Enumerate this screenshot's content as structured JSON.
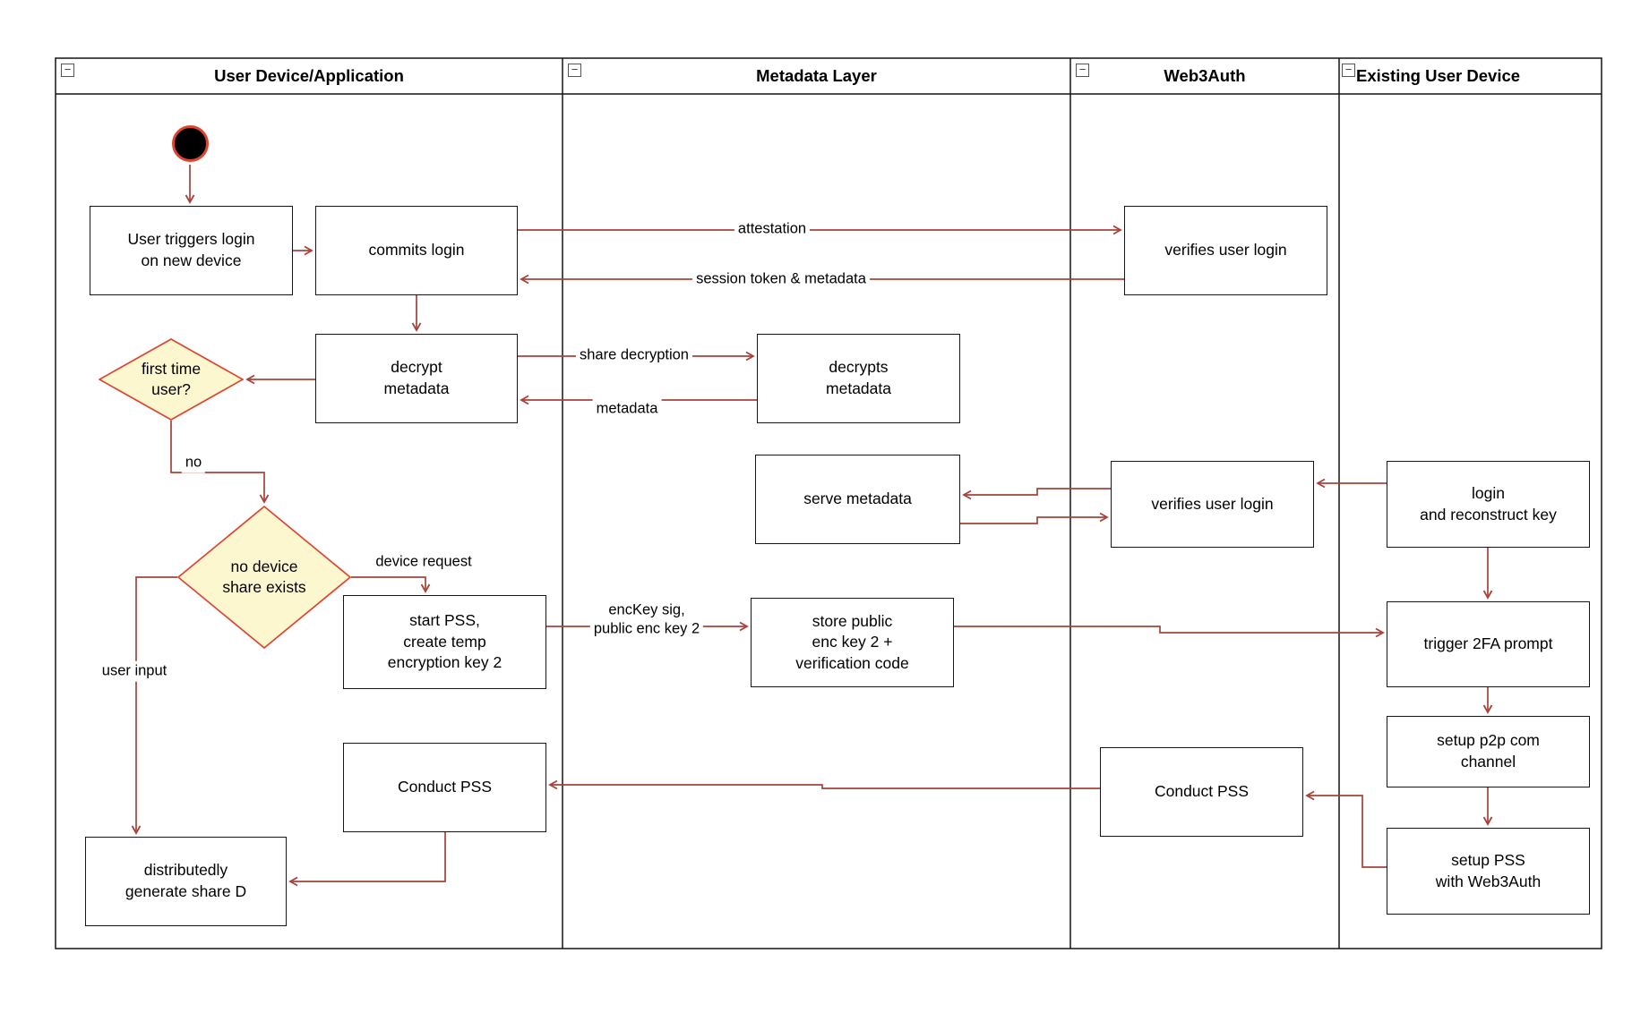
{
  "colors": {
    "arrow": "#a8423a",
    "diamond-fill": "#fcf7cf",
    "diamond-border": "#df4431",
    "box-border": "#151515"
  },
  "icons": {
    "collapse": "−"
  },
  "lanes": [
    {
      "title": "User Device/Application"
    },
    {
      "title": "Metadata Layer"
    },
    {
      "title": "Web3Auth"
    },
    {
      "title": "Existing User Device"
    }
  ],
  "nodes": {
    "user_triggers_login": "User triggers login\non new device",
    "commits_login": "commits login",
    "decrypt_metadata": "decrypt\nmetadata",
    "first_time_user": "first time\nuser?",
    "no_device_share_exists": "no device\nshare exists",
    "start_pss": "start PSS,\ncreate temp\nencryption key 2",
    "conduct_pss_user": "Conduct PSS",
    "generate_share_d": "distributedly\ngenerate share D",
    "decrypts_metadata": "decrypts\nmetadata",
    "serve_metadata": "serve metadata",
    "store_public_key": "store public\nenc key 2 +\nverification code",
    "verifies_user_login_top": "verifies user login",
    "verifies_user_login_mid": "verifies user login",
    "conduct_pss_web3auth": "Conduct PSS",
    "login_reconstruct_key": "login\nand reconstruct key",
    "trigger_2fa": "trigger 2FA prompt",
    "setup_p2p": "setup p2p com\nchannel",
    "setup_pss_web3auth": "setup PSS\nwith Web3Auth"
  },
  "edge_labels": {
    "attestation": "attestation",
    "session_token": "session token & metadata",
    "share_decryption": "share decryption",
    "metadata": "metadata",
    "no": "no",
    "device_request": "device request",
    "enckey_sig": "encKey sig,\npublic enc key 2",
    "user_input": "user input"
  }
}
